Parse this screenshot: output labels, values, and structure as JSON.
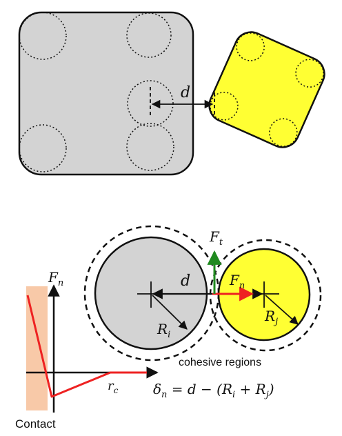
{
  "labels": {
    "distance_top": "d",
    "distance_bottom": "d",
    "force_tangential_base": "F",
    "force_tangential_sub": "t",
    "force_normal_base": "F",
    "force_normal_sub": "n",
    "axis_force_base": "F",
    "axis_force_sub": "n",
    "radius_i_base": "R",
    "radius_i_sub": "i",
    "radius_j_base": "R",
    "radius_j_sub": "j",
    "cutoff_base": "r",
    "cutoff_sub": "c",
    "overlap_formula_lhs_base": "δ",
    "overlap_formula_lhs_sub": "n",
    "overlap_formula_rhs_a": " = d − (R",
    "overlap_formula_rhs_sub_i": "i",
    "overlap_formula_rhs_b": " + R",
    "overlap_formula_rhs_sub_j": "j",
    "overlap_formula_rhs_c": ")",
    "cohesive_regions": "cohesive regions",
    "contact": "Contact"
  },
  "colors": {
    "gray_particle": "#d3d3d3",
    "yellow_particle": "#ffff33",
    "contact_region": "#f8c9a8",
    "force_curve": "#ee2222",
    "tangential_arrow": "#1f8a1f",
    "outline": "#111111"
  }
}
